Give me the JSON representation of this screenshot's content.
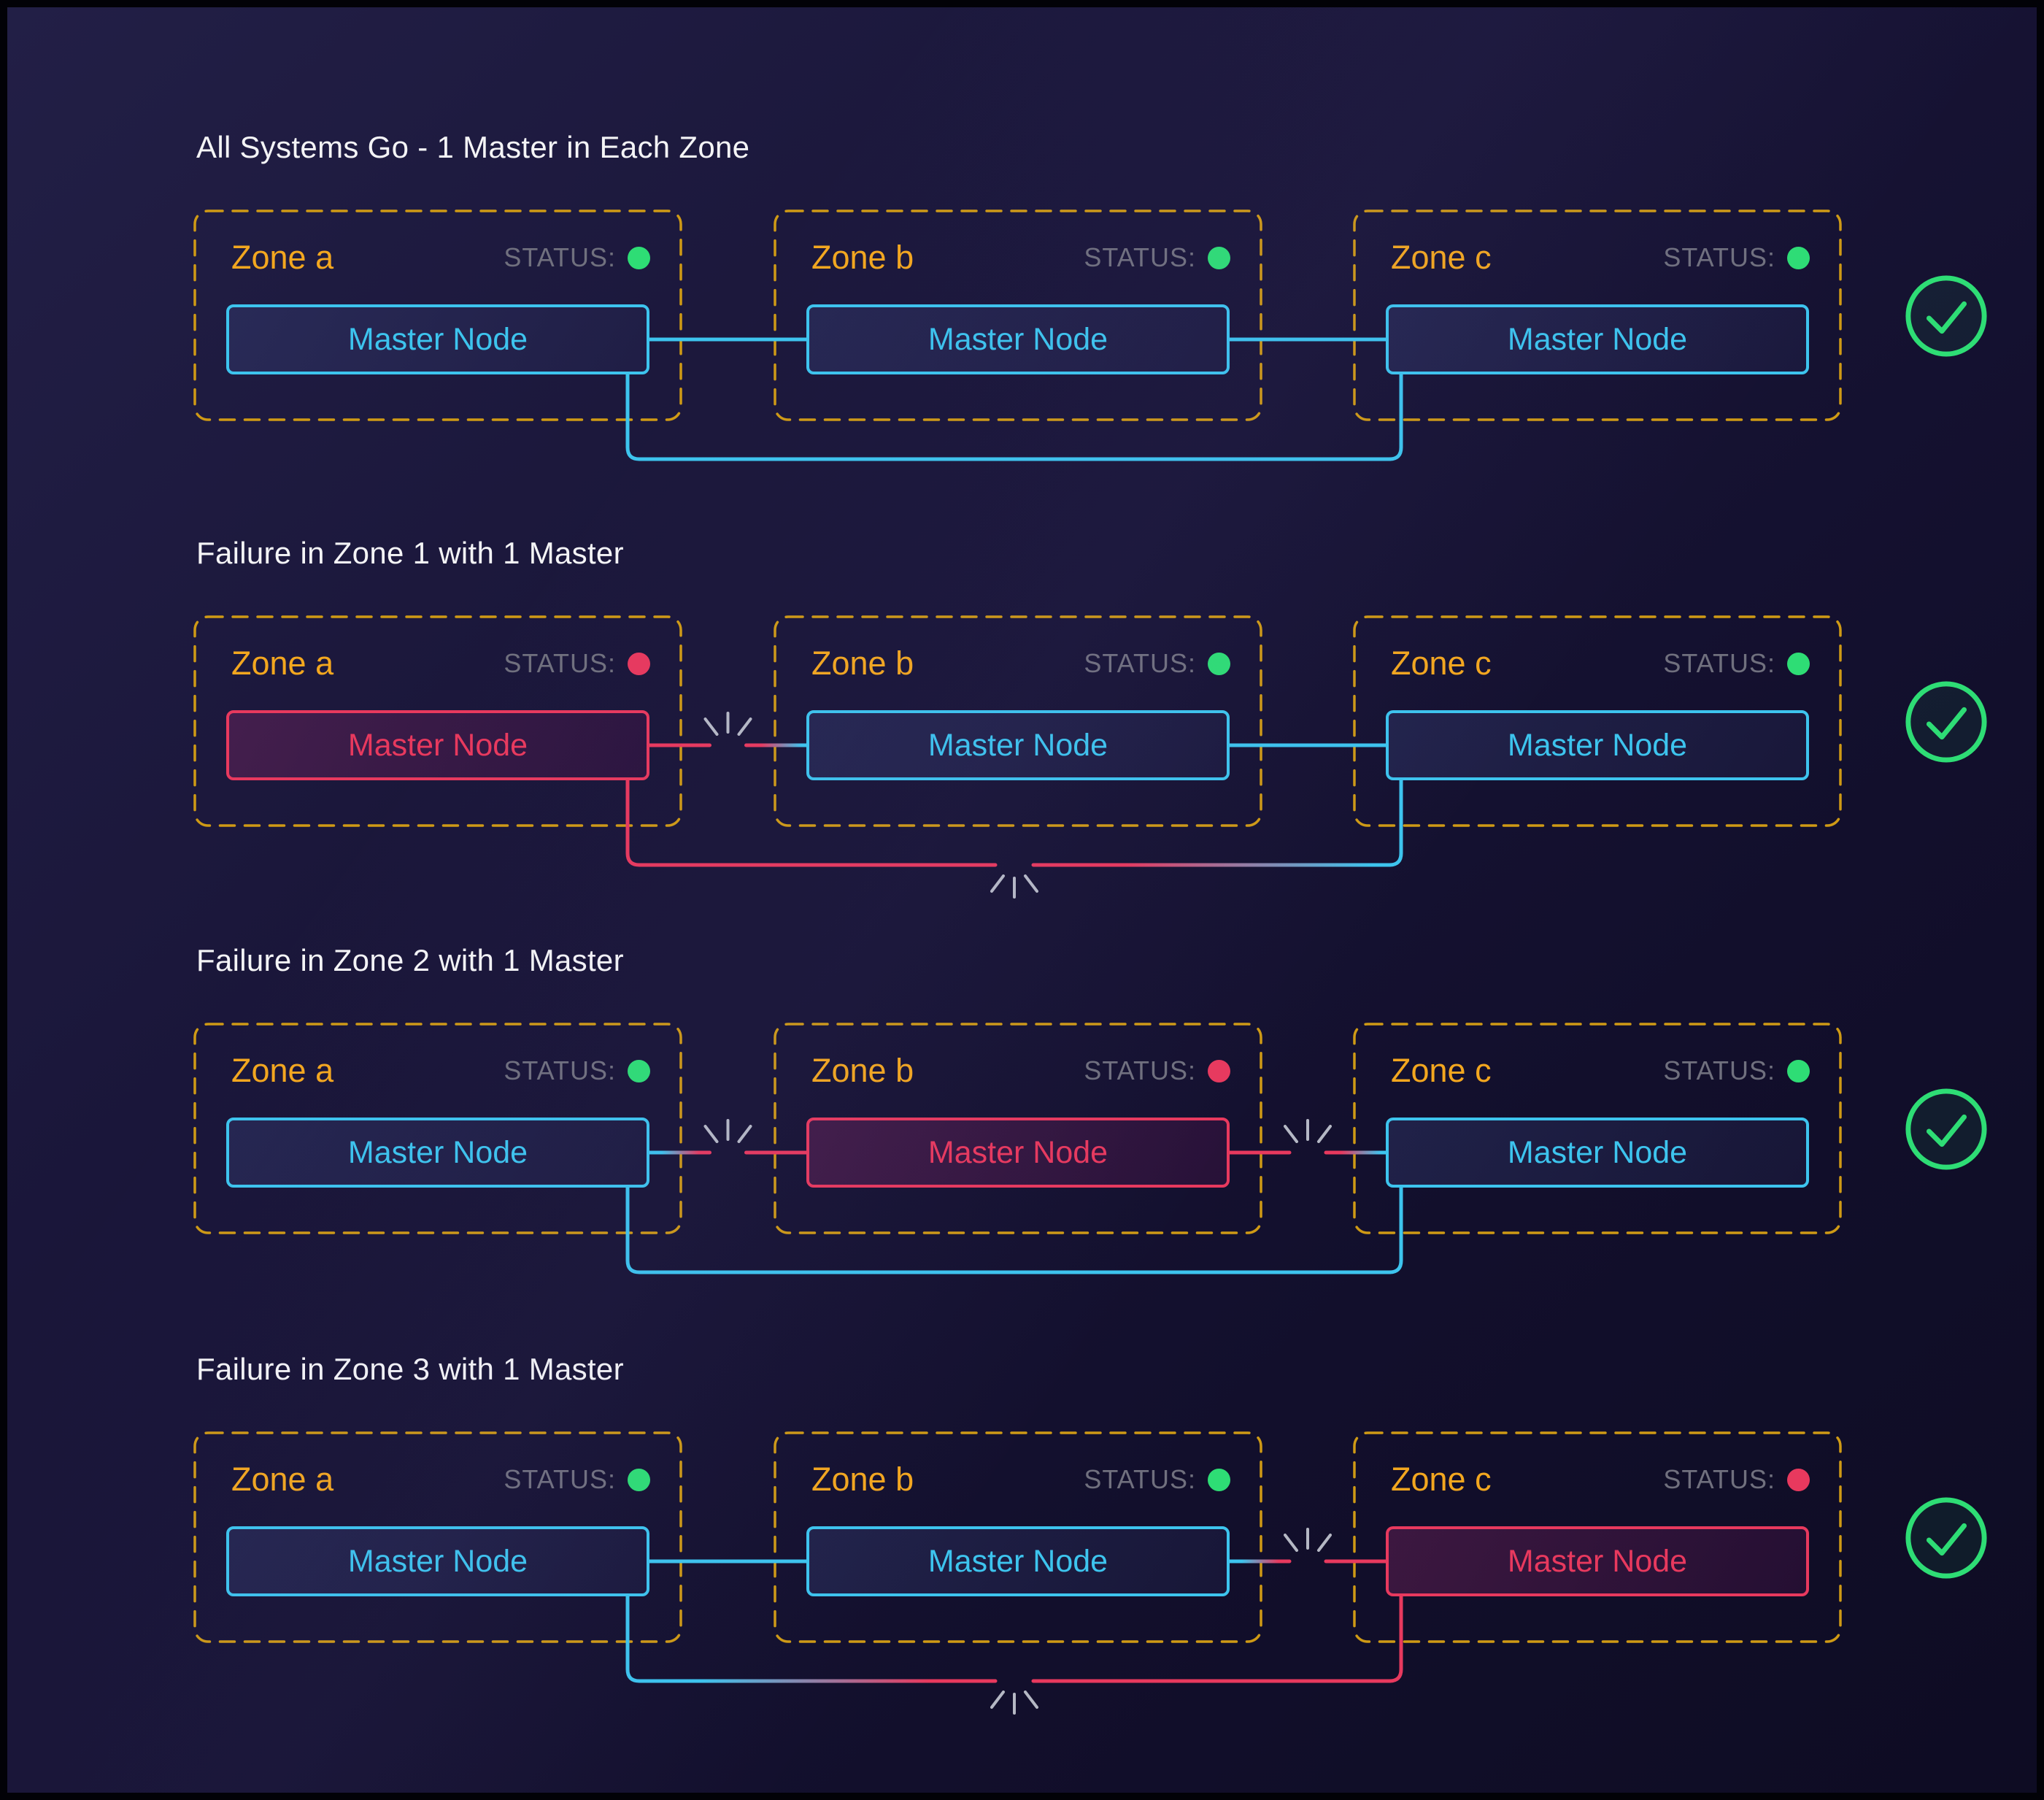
{
  "colors": {
    "healthy": "#3dc4ee",
    "failure": "#e8395e",
    "gold_border": "#cf9a15",
    "gold_text": "#f3a71f",
    "gray": "#70707e",
    "green": "#2edd75",
    "spark": "#ccd0da",
    "title": "#f4f4f6"
  },
  "icons": {
    "overall_result": "check-circle-icon",
    "link_break": "spark-icon"
  },
  "scenarios": [
    {
      "title": "All Systems Go - 1 Master in Each Zone",
      "overall_status": "ok",
      "zones": [
        {
          "label": "Zone a",
          "status_label": "STATUS:",
          "status": "ok",
          "node_label": "Master Node",
          "node_state": "ok"
        },
        {
          "label": "Zone b",
          "status_label": "STATUS:",
          "status": "ok",
          "node_label": "Master Node",
          "node_state": "ok"
        },
        {
          "label": "Zone c",
          "status_label": "STATUS:",
          "status": "ok",
          "node_label": "Master Node",
          "node_state": "ok"
        }
      ],
      "links": [
        {
          "name": "a-b",
          "state": "ok"
        },
        {
          "name": "b-c",
          "state": "ok"
        }
      ],
      "loop": {
        "name": "a-c",
        "state": "ok"
      }
    },
    {
      "title": "Failure in Zone 1 with 1 Master",
      "overall_status": "ok",
      "zones": [
        {
          "label": "Zone a",
          "status_label": "STATUS:",
          "status": "fail",
          "node_label": "Master Node",
          "node_state": "fail"
        },
        {
          "label": "Zone b",
          "status_label": "STATUS:",
          "status": "ok",
          "node_label": "Master Node",
          "node_state": "ok"
        },
        {
          "label": "Zone c",
          "status_label": "STATUS:",
          "status": "ok",
          "node_label": "Master Node",
          "node_state": "ok"
        }
      ],
      "links": [
        {
          "name": "a-b",
          "state": "broken",
          "left": "red",
          "right": "red-cyan"
        },
        {
          "name": "b-c",
          "state": "ok"
        }
      ],
      "loop": {
        "name": "a-c",
        "state": "broken",
        "left": "red",
        "right": "red-cyan"
      }
    },
    {
      "title": "Failure in Zone 2 with 1 Master",
      "overall_status": "ok",
      "zones": [
        {
          "label": "Zone a",
          "status_label": "STATUS:",
          "status": "ok",
          "node_label": "Master Node",
          "node_state": "ok"
        },
        {
          "label": "Zone b",
          "status_label": "STATUS:",
          "status": "fail",
          "node_label": "Master Node",
          "node_state": "fail"
        },
        {
          "label": "Zone c",
          "status_label": "STATUS:",
          "status": "ok",
          "node_label": "Master Node",
          "node_state": "ok"
        }
      ],
      "links": [
        {
          "name": "a-b",
          "state": "broken",
          "left": "cyan-red",
          "right": "red"
        },
        {
          "name": "b-c",
          "state": "broken",
          "left": "red",
          "right": "red-cyan"
        }
      ],
      "loop": {
        "name": "a-c",
        "state": "ok"
      }
    },
    {
      "title": "Failure in Zone 3 with 1 Master",
      "overall_status": "ok",
      "zones": [
        {
          "label": "Zone a",
          "status_label": "STATUS:",
          "status": "ok",
          "node_label": "Master Node",
          "node_state": "ok"
        },
        {
          "label": "Zone b",
          "status_label": "STATUS:",
          "status": "ok",
          "node_label": "Master Node",
          "node_state": "ok"
        },
        {
          "label": "Zone c",
          "status_label": "STATUS:",
          "status": "fail",
          "node_label": "Master Node",
          "node_state": "fail"
        }
      ],
      "links": [
        {
          "name": "a-b",
          "state": "ok"
        },
        {
          "name": "b-c",
          "state": "broken",
          "left": "cyan-red",
          "right": "red"
        }
      ],
      "loop": {
        "name": "a-c",
        "state": "broken",
        "left": "cyan-red",
        "right": "red"
      }
    }
  ]
}
